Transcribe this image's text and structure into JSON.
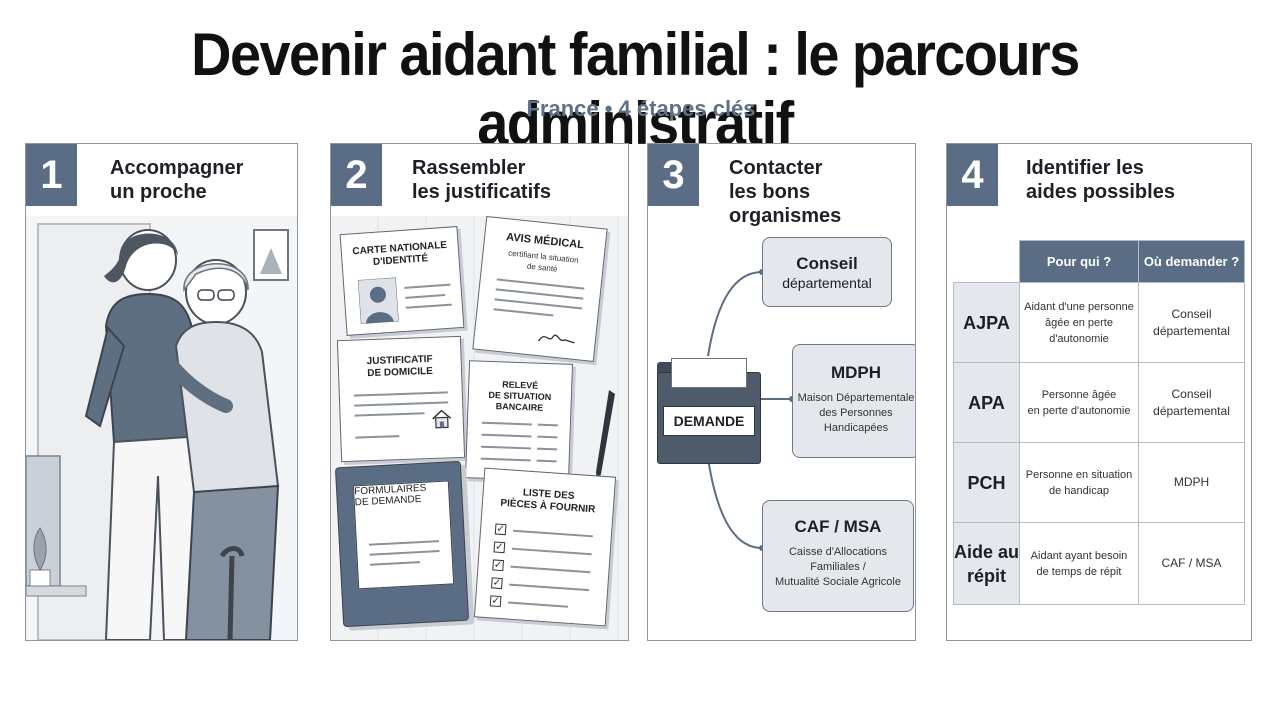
{
  "header": {
    "title": "Devenir aidant familial : le parcours administratif",
    "subtitle": "France • 4 étapes clés"
  },
  "steps": [
    {
      "number": "1",
      "title_line1": "Accompagner",
      "title_line2": "un proche"
    },
    {
      "number": "2",
      "title_line1": "Rassembler",
      "title_line2": "les justificatifs"
    },
    {
      "number": "3",
      "title_line1": "Contacter",
      "title_line2": "les bons organismes"
    },
    {
      "number": "4",
      "title_line1": "Identifier les",
      "title_line2": "aides possibles"
    }
  ],
  "documents": {
    "id_card_line1": "CARTE NATIONALE",
    "id_card_line2": "D'IDENTITÉ",
    "medical_title": "AVIS MÉDICAL",
    "medical_sub_line1": "certifiant la situation",
    "medical_sub_line2": "de santé",
    "domicile_line1": "JUSTIFICATIF",
    "domicile_line2": "DE DOMICILE",
    "bank_line1": "RELEVÉ",
    "bank_line2": "DE SITUATION",
    "bank_line3": "BANCAIRE",
    "forms_line1": "FORMULAIRES",
    "forms_line2": "DE DEMANDE",
    "list_line1": "LISTE DES",
    "list_line2": "PIÈCES À FOURNIR"
  },
  "organisms": {
    "folder_label": "DEMANDE",
    "items": [
      {
        "name": "Conseil",
        "name_line2": "départemental",
        "detail_line1": "",
        "detail_line2": "",
        "detail_line3": ""
      },
      {
        "name": "MDPH",
        "detail_line1": "Maison Départementale",
        "detail_line2": "des Personnes",
        "detail_line3": "Handicapées"
      },
      {
        "name": "CAF / MSA",
        "detail_line1": "Caisse d'Allocations",
        "detail_line2": "Familiales /",
        "detail_line3": "Mutualité Sociale Agricole"
      }
    ]
  },
  "aids": {
    "col_who": "Pour qui ?",
    "col_where": "Où demander ?",
    "rows": [
      {
        "name_line1": "AJPA",
        "name_line2": "",
        "who_line1": "Aidant d'une personne",
        "who_line2": "âgée en perte",
        "who_line3": "d'autonomie",
        "where_line1": "Conseil",
        "where_line2": "départemental"
      },
      {
        "name_line1": "APA",
        "name_line2": "",
        "who_line1": "Personne âgée",
        "who_line2": "en perte d'autonomie",
        "who_line3": "",
        "where_line1": "Conseil",
        "where_line2": "départemental"
      },
      {
        "name_line1": "PCH",
        "name_line2": "",
        "who_line1": "Personne en situation",
        "who_line2": "de handicap",
        "who_line3": "",
        "where_line1": "MDPH",
        "where_line2": ""
      },
      {
        "name_line1": "Aide au",
        "name_line2": "répit",
        "who_line1": "Aidant ayant besoin",
        "who_line2": "de temps de répit",
        "who_line3": "",
        "where_line1": "CAF / MSA",
        "where_line2": ""
      }
    ]
  },
  "colors": {
    "accent": "#5a6d84",
    "light": "#e4e8ed",
    "subtitle": "#5f7187"
  }
}
